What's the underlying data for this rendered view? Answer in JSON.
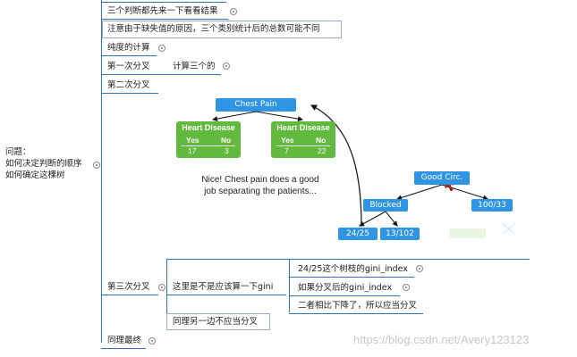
{
  "root": {
    "line1": "问题：",
    "line2": "如何决定判断的顺序",
    "line3": "如何确定这棵树"
  },
  "nodes": {
    "n1": "三个判断都先来一下看看结果",
    "n2": "注意由于缺失值的原因，三个类别统计后的总数可能不同",
    "n3": "纯度的计算",
    "n4": "第一次分叉",
    "n4_child": "计算三个的",
    "n5": "第二次分叉",
    "n6": "第三次分叉",
    "n6_child": "这里是不是应该算一下gini",
    "n6_c1": "24/25这个树枝的gini_index",
    "n6_c2": "如果分叉后的gini_index",
    "n6_c3": "二者相比下降了，所以应当分叉",
    "n6_child2": "同理另一边不应当分叉",
    "n7": "同理最终"
  },
  "figure": {
    "chest_pain": "Chest Pain",
    "left": {
      "title": "Heart Disease",
      "yes_label": "Yes",
      "no_label": "No",
      "yes": "17",
      "no": "3"
    },
    "right": {
      "title": "Heart Disease",
      "yes_label": "Yes",
      "no_label": "No",
      "yes": "7",
      "no": "22"
    },
    "caption_line1": "Nice! Chest pain does a good",
    "caption_line2": "job separating the patients...",
    "good_circ": "Good Circ.",
    "blocked": "Blocked",
    "leaf_24_25": "24/25",
    "leaf_13_102": "13/102",
    "leaf_100_33": "100/33"
  },
  "colors": {
    "line_blue": "#2d74b6",
    "node_blue": "#2f95e3",
    "node_green": "#61b93e",
    "cursor_red": "#d01a1a"
  },
  "watermark": "https://blog.csdn.net/Avery123123"
}
